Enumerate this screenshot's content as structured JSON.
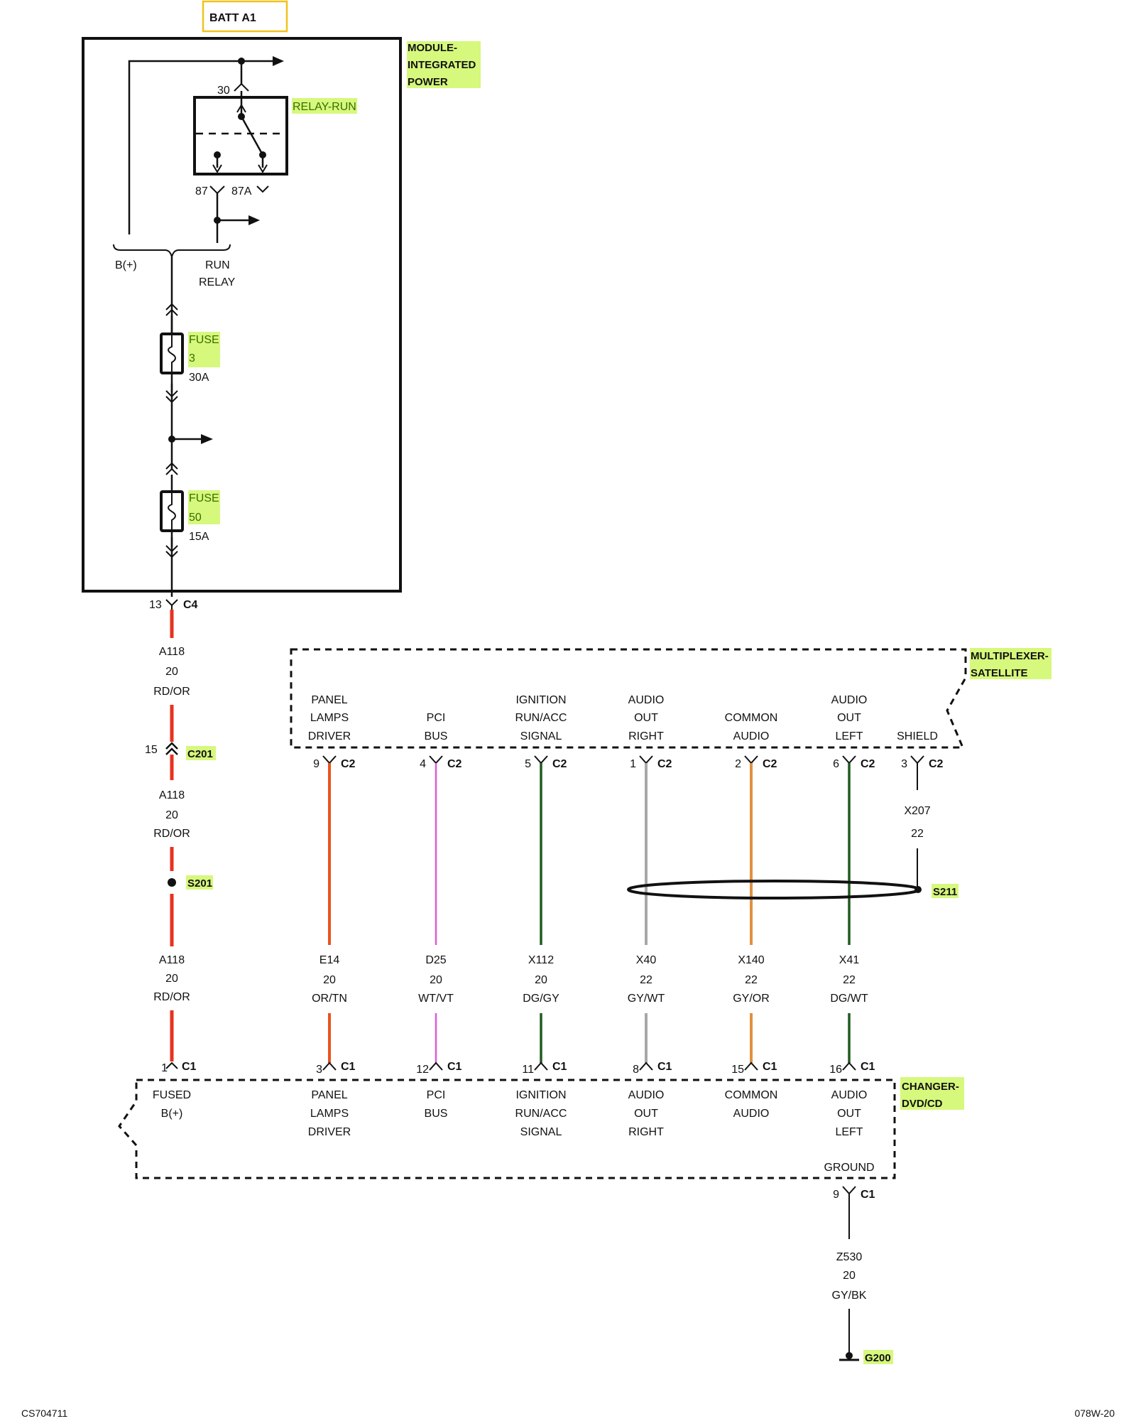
{
  "colors": {
    "highlight": "#d6f87c",
    "batt_box_border": "#f2c21b",
    "red": "#e8321e",
    "orange_tan": "#e8541e",
    "pink": "#e05ad8",
    "dark_green": "#1f5c1f",
    "gray": "#a8a8a8",
    "gray_orange": "#e09040",
    "black": "#111111"
  },
  "batt_label": "BATT A1",
  "module": {
    "label_line1": "MODULE-",
    "label_line2": "INTEGRATED",
    "label_line3": "POWER",
    "pin30": "30",
    "relay_name": "RELAY-RUN",
    "pin87": "87",
    "pin87a": "87A",
    "bplus": "B(+)",
    "run_line1": "RUN",
    "run_line2": "RELAY",
    "fuse3": {
      "line1": "FUSE",
      "line2": "3",
      "rating": "30A"
    },
    "fuse50": {
      "line1": "FUSE",
      "line2": "50",
      "rating": "15A"
    }
  },
  "feed": {
    "c4_pin": "13",
    "c4": "C4",
    "seg1": [
      "A118",
      "20",
      "RD/OR"
    ],
    "c201_pin": "15",
    "c201": "C201",
    "seg2": [
      "A118",
      "20",
      "RD/OR"
    ],
    "s201": "S201",
    "seg3": [
      "A118",
      "20",
      "RD/OR"
    ],
    "c1_pin": "1",
    "c1": "C1"
  },
  "satellite": {
    "label_line1": "MULTIPLEXER-",
    "label_line2": "SATELLITE",
    "columns": [
      {
        "name": [
          "PANEL",
          "LAMPS",
          "DRIVER"
        ],
        "pin": "9",
        "conn": "C2"
      },
      {
        "name": [
          "PCI",
          "BUS"
        ],
        "pin": "4",
        "conn": "C2"
      },
      {
        "name": [
          "IGNITION",
          "RUN/ACC",
          "SIGNAL"
        ],
        "pin": "5",
        "conn": "C2"
      },
      {
        "name": [
          "AUDIO",
          "OUT",
          "RIGHT"
        ],
        "pin": "1",
        "conn": "C2"
      },
      {
        "name": [
          "COMMON",
          "AUDIO"
        ],
        "pin": "2",
        "conn": "C2"
      },
      {
        "name": [
          "AUDIO",
          "OUT",
          "LEFT"
        ],
        "pin": "6",
        "conn": "C2"
      },
      {
        "name": [
          "SHIELD"
        ],
        "pin": "3",
        "conn": "C2"
      }
    ]
  },
  "shield": {
    "circuit": "X207",
    "gauge": "22",
    "splice": "S211"
  },
  "wires": [
    {
      "circuit": "E14",
      "gauge": "20",
      "color": "OR/TN"
    },
    {
      "circuit": "D25",
      "gauge": "20",
      "color": "WT/VT"
    },
    {
      "circuit": "X112",
      "gauge": "20",
      "color": "DG/GY"
    },
    {
      "circuit": "X40",
      "gauge": "22",
      "color": "GY/WT"
    },
    {
      "circuit": "X140",
      "gauge": "22",
      "color": "GY/OR"
    },
    {
      "circuit": "X41",
      "gauge": "22",
      "color": "DG/WT"
    }
  ],
  "changer": {
    "label_line1": "CHANGER-",
    "label_line2": "DVD/CD",
    "columns": [
      {
        "name": [
          "FUSED",
          "B(+)"
        ],
        "pin": "1",
        "conn": "C1"
      },
      {
        "name": [
          "PANEL",
          "LAMPS",
          "DRIVER"
        ],
        "pin": "3",
        "conn": "C1"
      },
      {
        "name": [
          "PCI",
          "BUS"
        ],
        "pin": "12",
        "conn": "C1"
      },
      {
        "name": [
          "IGNITION",
          "RUN/ACC",
          "SIGNAL"
        ],
        "pin": "11",
        "conn": "C1"
      },
      {
        "name": [
          "AUDIO",
          "OUT",
          "RIGHT"
        ],
        "pin": "8",
        "conn": "C1"
      },
      {
        "name": [
          "COMMON",
          "AUDIO"
        ],
        "pin": "15",
        "conn": "C1"
      },
      {
        "name": [
          "AUDIO",
          "OUT",
          "LEFT"
        ],
        "pin": "16",
        "conn": "C1"
      }
    ],
    "ground_label": "GROUND",
    "ground_pin": "9",
    "ground_conn": "C1"
  },
  "ground_wire": {
    "circuit": "Z530",
    "gauge": "20",
    "color": "GY/BK"
  },
  "ground_point": "G200",
  "footer": {
    "left": "CS704711",
    "right": "078W-20"
  }
}
